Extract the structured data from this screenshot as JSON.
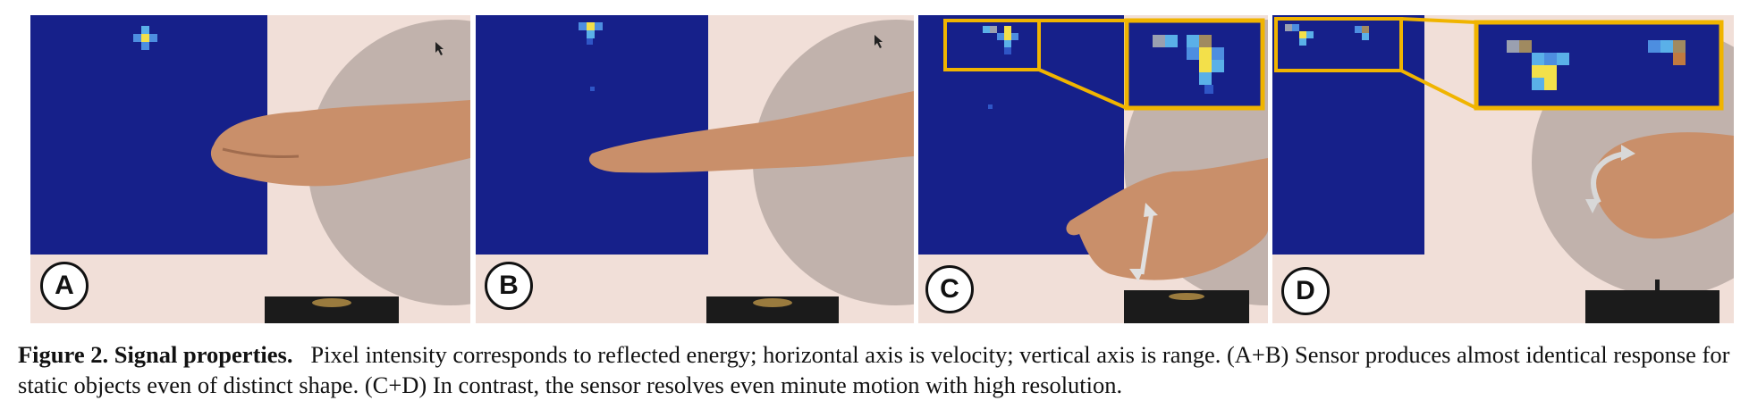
{
  "figure": {
    "panels": [
      {
        "id": "A",
        "label": "A"
      },
      {
        "id": "B",
        "label": "B"
      },
      {
        "id": "C",
        "label": "C"
      },
      {
        "id": "D",
        "label": "D"
      }
    ],
    "caption": {
      "lead": "Figure 2. Signal properties.",
      "text": "Pixel intensity corresponds to reflected energy; horizontal axis is velocity; vertical axis is range. (A+B) Sensor produces almost identical response for static objects even of distinct shape. (C+D) In contrast, the sensor resolves even minute motion with high resolution."
    },
    "colors": {
      "screen_blue": "#16208a",
      "highlight_frame": "#f0b400",
      "skin": "#c98f6a",
      "wall": "#f1dfd8"
    }
  }
}
